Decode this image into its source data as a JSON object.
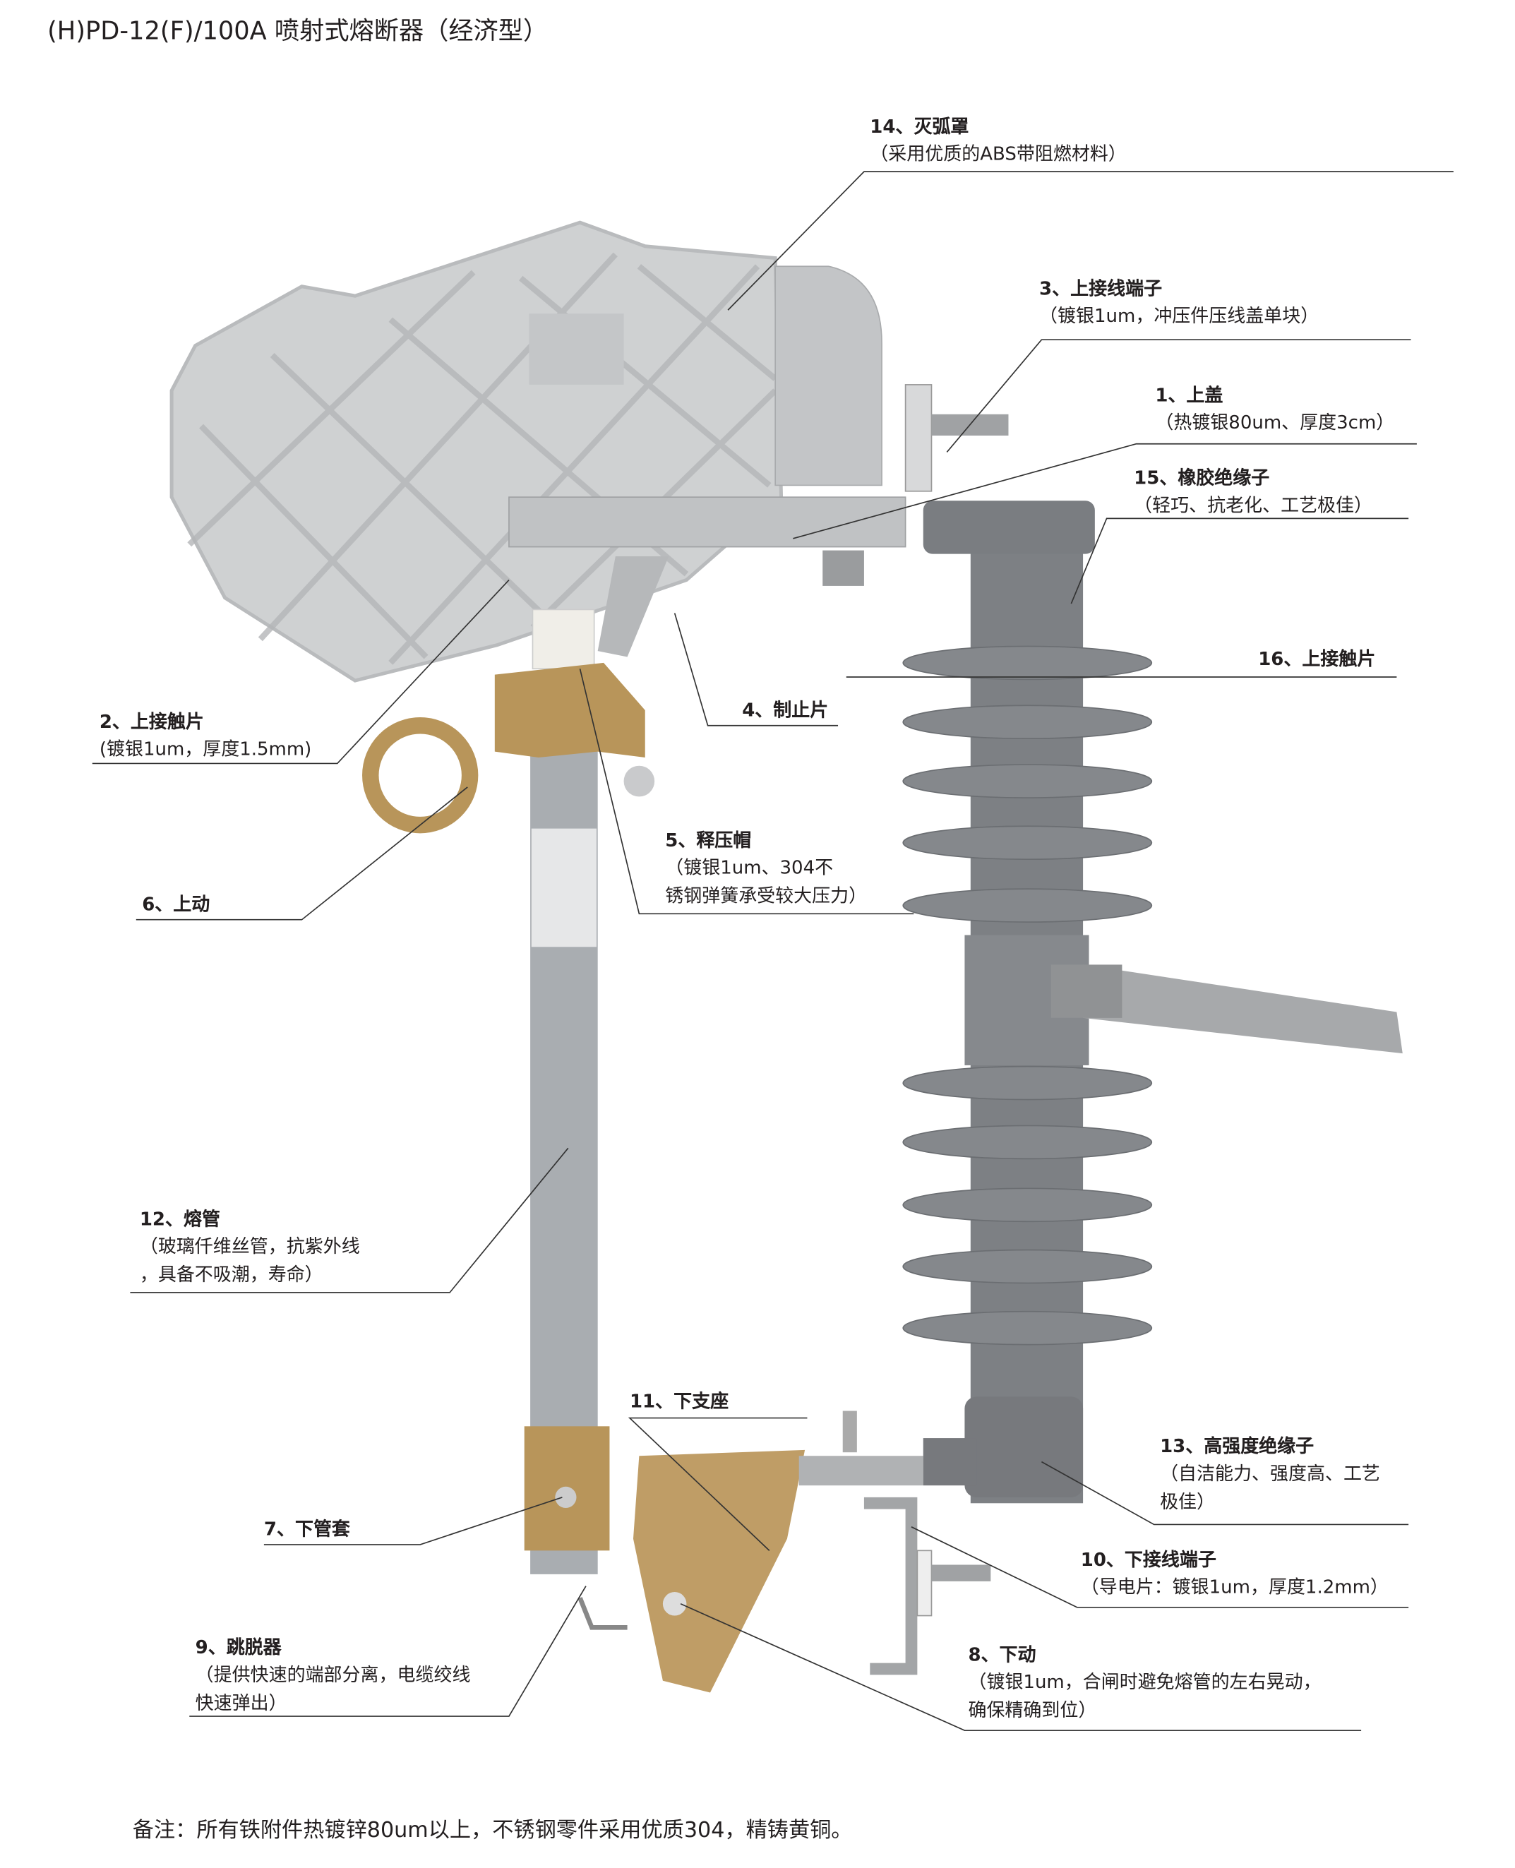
{
  "title": "(H)PD-12(F)/100A 喷射式熔断器（经济型）",
  "labels": {
    "l14": {
      "title": "14、灭弧罩",
      "desc": [
        "（采用优质的ABS带阻燃材料）"
      ]
    },
    "l3": {
      "title": "3、上接线端子",
      "desc": [
        "（镀银1um，冲压件压线盖单块）"
      ]
    },
    "l1": {
      "title": "1、上盖",
      "desc": [
        "（热镀银80um、厚度3cm）"
      ]
    },
    "l15": {
      "title": "15、橡胶绝缘子",
      "desc": [
        "（轻巧、抗老化、工艺极佳）"
      ]
    },
    "l16": {
      "title": "16、上接触片"
    },
    "l4": {
      "title": "4、制止片"
    },
    "l2": {
      "title": "2、上接触片",
      "desc": [
        "(镀银1um，厚度1.5mm)"
      ]
    },
    "l5": {
      "title": "5、释压帽",
      "desc": [
        "（镀银1um、304不",
        "锈钢弹簧承受较大压力）"
      ]
    },
    "l6": {
      "title": "6、上动"
    },
    "l12": {
      "title": "12、熔管",
      "desc": [
        "（玻璃仟维丝管，抗紫外线",
        "，具备不吸潮，寿命）"
      ]
    },
    "l11": {
      "title": "11、下支座"
    },
    "l13": {
      "title": "13、高强度绝缘子",
      "desc": [
        "（自洁能力、强度高、工艺",
        "极佳）"
      ]
    },
    "l7": {
      "title": "7、下管套"
    },
    "l10": {
      "title": "10、下接线端子",
      "desc": [
        "（导电片：镀银1um，厚度1.2mm）"
      ]
    },
    "l9": {
      "title": "9、跳脱器",
      "desc": [
        "（提供快速的端部分离，电缆绞线",
        "快速弹出）"
      ]
    },
    "l8": {
      "title": "8、下动",
      "desc": [
        "（镀银1um，合闸时避免熔管的左右晃动，",
        "确保精确到位）"
      ]
    }
  },
  "footer": "备注：所有铁附件热镀锌80um以上，不锈钢零件采用优质304，精铸黄铜。",
  "colors": {
    "brass": "#b8955a",
    "insulator": "#7d8084",
    "chute": "#cfd1d2",
    "tube": "#a9adb1"
  }
}
